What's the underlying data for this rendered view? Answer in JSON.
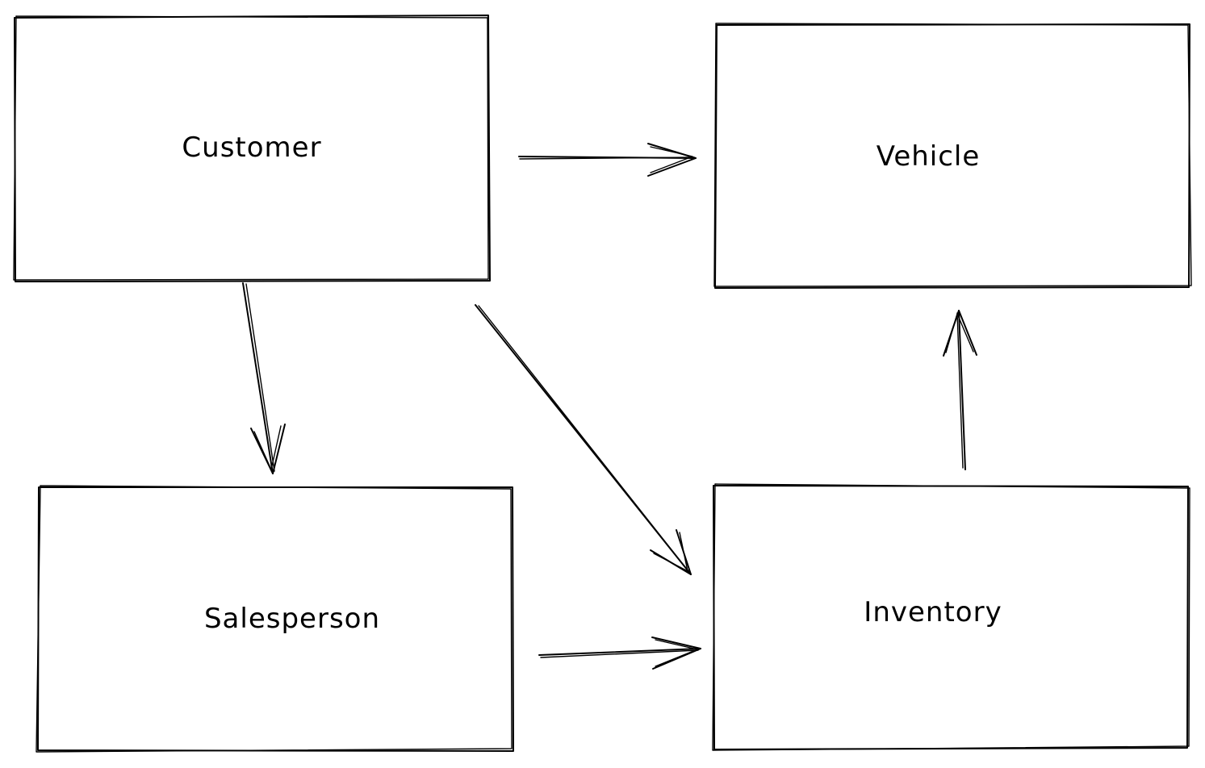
{
  "diagram": {
    "nodes": [
      {
        "id": "customer",
        "label": "Customer"
      },
      {
        "id": "vehicle",
        "label": "Vehicle"
      },
      {
        "id": "salesperson",
        "label": "Salesperson"
      },
      {
        "id": "inventory",
        "label": "Inventory"
      }
    ],
    "edges": [
      {
        "from": "customer",
        "to": "vehicle"
      },
      {
        "from": "customer",
        "to": "salesperson"
      },
      {
        "from": "customer",
        "to": "inventory"
      },
      {
        "from": "salesperson",
        "to": "inventory"
      },
      {
        "from": "inventory",
        "to": "vehicle"
      }
    ],
    "stroke_color": "#000000",
    "background_color": "#ffffff"
  }
}
